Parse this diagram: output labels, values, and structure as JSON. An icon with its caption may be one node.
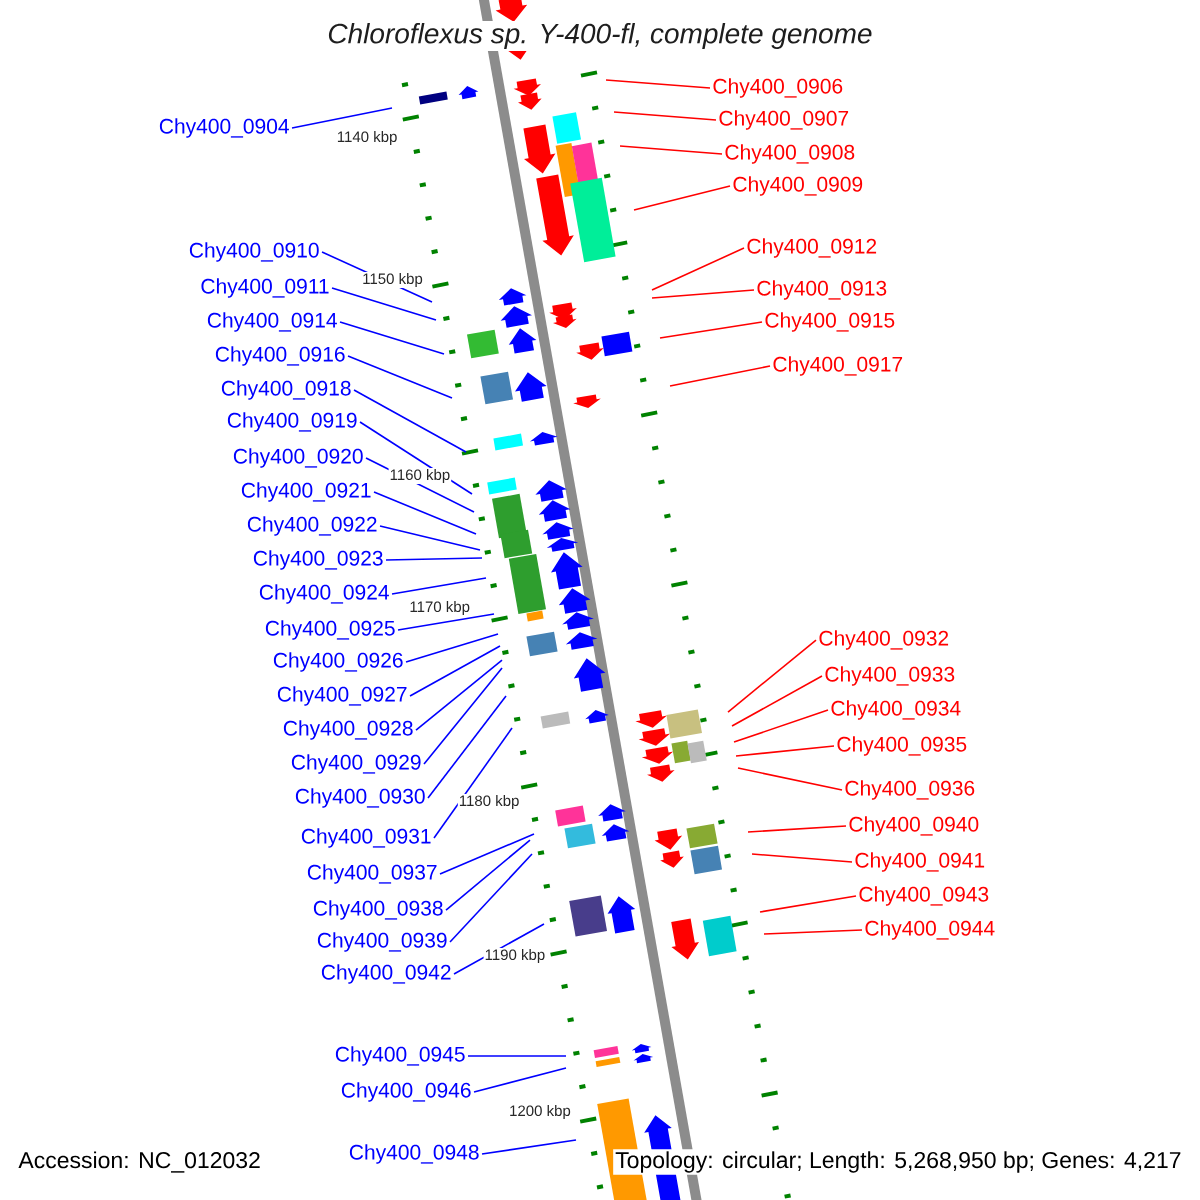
{
  "diagram": {
    "title": "Chloroflexus sp. Y-400-fl, complete genome",
    "nodes": [
      {
        "text": [
          "Chy400_0906"
        ]
      },
      {
        "text": [
          "Chy400_0907"
        ]
      },
      {
        "text": [
          "Chy400_0904"
        ]
      },
      {
        "text": [
          "Chy400_0908"
        ]
      },
      {
        "text": [
          "Chy400_0909"
        ]
      },
      {
        "text": [
          "Chy400_0912"
        ]
      },
      {
        "text": [
          "Chy400_0910"
        ]
      },
      {
        "text": [
          "Chy400_0911"
        ]
      },
      {
        "text": [
          "Chy400_0913"
        ]
      },
      {
        "text": [
          "Chy400_0914"
        ]
      },
      {
        "text": [
          "Chy400_0915"
        ]
      },
      {
        "text": [
          "Chy400_0916"
        ]
      },
      {
        "text": [
          "Chy400_0917"
        ]
      },
      {
        "text": [
          "Chy400_0918"
        ]
      },
      {
        "text": [
          "Chy400_0919"
        ]
      },
      {
        "text": [
          "Chy400_0920"
        ]
      },
      {
        "text": [
          "Chy400_0921"
        ]
      },
      {
        "text": [
          "Chy400_0922"
        ]
      },
      {
        "text": [
          "Chy400_0923"
        ]
      },
      {
        "text": [
          "Chy400_0924"
        ]
      },
      {
        "text": [
          "Chy400_0925"
        ]
      },
      {
        "text": [
          "Chy400_0932"
        ]
      },
      {
        "text": [
          "Chy400_0926"
        ]
      },
      {
        "text": [
          "Chy400_0933"
        ]
      },
      {
        "text": [
          "Chy400_0927"
        ]
      },
      {
        "text": [
          "Chy400_0934"
        ]
      },
      {
        "text": [
          "Chy400_0928"
        ]
      },
      {
        "text": [
          "Chy400_0935"
        ]
      },
      {
        "text": [
          "Chy400_0929"
        ]
      },
      {
        "text": [
          "Chy400_0936"
        ]
      },
      {
        "text": [
          "Chy400_0930"
        ]
      },
      {
        "text": [
          "Chy400_0940"
        ]
      },
      {
        "text": [
          "Chy400_0931"
        ]
      },
      {
        "text": [
          "Chy400_0941"
        ]
      },
      {
        "text": [
          "Chy400_0937"
        ]
      },
      {
        "text": [
          "Chy400_0943"
        ]
      },
      {
        "text": [
          "Chy400_0938"
        ]
      },
      {
        "text": [
          "Chy400_0944"
        ]
      },
      {
        "text": [
          "Chy400_0939"
        ]
      },
      {
        "text": [
          "Chy400_0942"
        ]
      },
      {
        "text": [
          "Chy400_0945"
        ]
      },
      {
        "text": [
          "Chy400_0946"
        ]
      },
      {
        "text": [
          "Chy400_0948"
        ]
      }
    ],
    "edges": [
      {
        "from": 0,
        "to": null,
        "arrow": "none",
        "color": "#ff0000"
      },
      {
        "from": 1,
        "to": null,
        "arrow": "none",
        "color": "#ff0000"
      },
      {
        "from": 2,
        "to": null,
        "arrow": "none"
      },
      {
        "from": 3,
        "to": null,
        "arrow": "none",
        "color": "#ff0000"
      },
      {
        "from": 4,
        "to": null,
        "arrow": "none",
        "color": "#ff0000"
      },
      {
        "from": 5,
        "to": null,
        "arrow": "none",
        "color": "#ff0000"
      },
      {
        "from": 6,
        "to": null,
        "arrow": "none"
      },
      {
        "from": 7,
        "to": null,
        "arrow": "none"
      },
      {
        "from": 8,
        "to": null,
        "arrow": "none",
        "color": "#ff0000"
      },
      {
        "from": 9,
        "to": null,
        "arrow": "none"
      },
      {
        "from": 10,
        "to": null,
        "arrow": "none",
        "color": "#ff0000"
      },
      {
        "from": 11,
        "to": null,
        "arrow": "none"
      },
      {
        "from": 12,
        "to": null,
        "arrow": "none",
        "color": "#ff0000"
      },
      {
        "from": 13,
        "to": null,
        "arrow": "none"
      },
      {
        "from": 14,
        "to": null,
        "arrow": "none"
      },
      {
        "from": 15,
        "to": null,
        "arrow": "none"
      },
      {
        "from": 16,
        "to": null,
        "arrow": "none"
      },
      {
        "from": 17,
        "to": null,
        "arrow": "none"
      },
      {
        "from": 18,
        "to": null,
        "arrow": "none"
      },
      {
        "from": 19,
        "to": null,
        "arrow": "none"
      },
      {
        "from": 20,
        "to": null,
        "arrow": "none"
      },
      {
        "from": 21,
        "to": null,
        "arrow": "none",
        "color": "#ff0000"
      },
      {
        "from": 22,
        "to": null,
        "arrow": "none"
      },
      {
        "from": 23,
        "to": null,
        "arrow": "none",
        "color": "#ff0000"
      },
      {
        "from": 24,
        "to": null,
        "arrow": "none"
      },
      {
        "from": 25,
        "to": null,
        "arrow": "none",
        "color": "#ff0000"
      },
      {
        "from": 26,
        "to": null,
        "arrow": "none"
      },
      {
        "from": 27,
        "to": null,
        "arrow": "none",
        "color": "#ff0000"
      },
      {
        "from": 28,
        "to": null,
        "arrow": "none"
      },
      {
        "from": 29,
        "to": null,
        "arrow": "none",
        "color": "#ff0000"
      },
      {
        "from": 30,
        "to": null,
        "arrow": "none"
      },
      {
        "from": 31,
        "to": null,
        "arrow": "none",
        "color": "#ff0000"
      },
      {
        "from": 32,
        "to": null,
        "arrow": "none"
      },
      {
        "from": 33,
        "to": null,
        "arrow": "none",
        "color": "#ff0000"
      },
      {
        "from": 34,
        "to": null,
        "arrow": "none"
      },
      {
        "from": 35,
        "to": null,
        "arrow": "none",
        "color": "#ff0000"
      },
      {
        "from": 36,
        "to": null,
        "arrow": "none"
      },
      {
        "from": 37,
        "to": null,
        "arrow": "none",
        "color": "#ff0000"
      },
      {
        "from": 38,
        "to": null,
        "arrow": "none"
      },
      {
        "from": 39,
        "to": null,
        "arrow": "none"
      },
      {
        "from": 40,
        "to": null,
        "arrow": "none"
      },
      {
        "from": 41,
        "to": null,
        "arrow": "none"
      },
      {
        "from": 42,
        "to": null,
        "arrow": "none"
      }
    ],
    "labels": [
      "1140 kbp",
      "1150 kbp",
      "1160 kbp",
      "1170 kbp",
      "1180 kbp",
      "1190 kbp",
      "1200 kbp",
      "Accession: NC_012032",
      "Topology: circular; Length: 5,268,950 bp; Genes: 4,217"
    ]
  }
}
